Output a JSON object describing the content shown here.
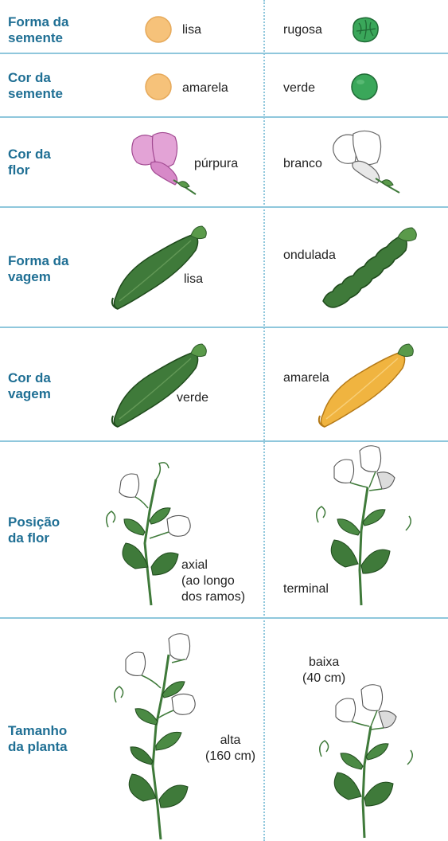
{
  "rows": [
    {
      "trait": "Forma da\nsemente",
      "left": "lisa",
      "right": "rugosa"
    },
    {
      "trait": "Cor da\nsemente",
      "left": "amarela",
      "right": "verde"
    },
    {
      "trait": "Cor da\nflor",
      "left": "púrpura",
      "right": "branco"
    },
    {
      "trait": "Forma da\nvagem",
      "left": "lisa",
      "right": "ondulada"
    },
    {
      "trait": "Cor da\nvagem",
      "left": "verde",
      "right": "amarela"
    },
    {
      "trait": "Posição\nda flor",
      "left": "axial\n(ao longo\ndos ramos)",
      "right": "terminal"
    },
    {
      "trait": "Tamanho\nda planta",
      "left": "alta\n(160 cm)",
      "right": "baixa\n(40 cm)"
    }
  ],
  "colors": {
    "trait_text": "#1f6f94",
    "divider": "#8fc7dc",
    "seed_yellow": "#f6c27a",
    "seed_green": "#3aa75a",
    "flower_purple": "#e3a3d6",
    "pod_green": "#3f7a3a",
    "pod_yellow": "#f0b440"
  },
  "icons": [
    "smooth-yellow-seed-icon",
    "wrinkled-green-seed-icon",
    "yellow-seed-icon",
    "green-seed-icon",
    "purple-flower-icon",
    "white-flower-icon",
    "smooth-pod-icon",
    "constricted-pod-icon",
    "green-pod-icon",
    "yellow-pod-icon",
    "axial-flower-plant-icon",
    "terminal-flower-plant-icon",
    "tall-plant-icon",
    "short-plant-icon"
  ]
}
